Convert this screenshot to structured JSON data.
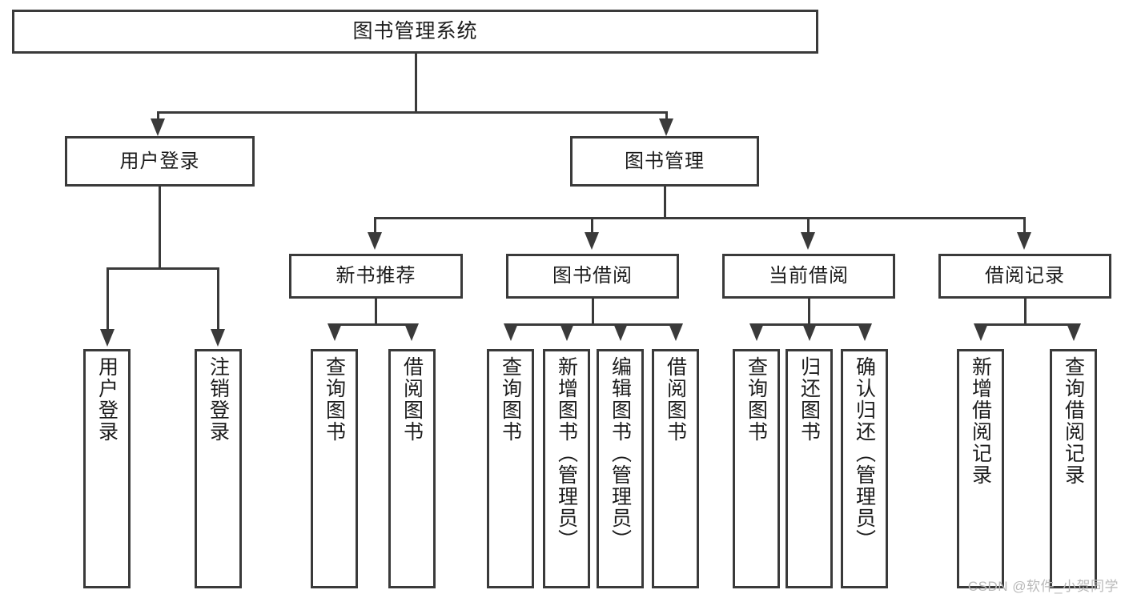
{
  "diagram": {
    "title": "图书管理系统",
    "watermark": "CSDN @软件_小贺同学",
    "accent_color": "#3a3a3a",
    "background_color": "#ffffff",
    "levels": {
      "level1": {
        "label": "图书管理系统"
      },
      "level2": [
        {
          "label": "用户登录"
        },
        {
          "label": "图书管理"
        }
      ],
      "level3": [
        {
          "label": "新书推荐"
        },
        {
          "label": "图书借阅"
        },
        {
          "label": "当前借阅"
        },
        {
          "label": "借阅记录"
        }
      ],
      "level4": {
        "user_login": [
          {
            "label": "用户登录"
          },
          {
            "label": "注销登录"
          }
        ],
        "new_book": [
          {
            "label": "查询图书"
          },
          {
            "label": "借阅图书"
          }
        ],
        "book_borrow": [
          {
            "label": "查询图书"
          },
          {
            "label": "新增图书（管理员）"
          },
          {
            "label": "编辑图书（管理员）"
          },
          {
            "label": "借阅图书"
          }
        ],
        "current_borrow": [
          {
            "label": "查询图书"
          },
          {
            "label": "归还图书"
          },
          {
            "label": "确认归还（管理员）"
          }
        ],
        "borrow_record": [
          {
            "label": "新增借阅记录"
          },
          {
            "label": "查询借阅记录"
          }
        ]
      }
    }
  }
}
